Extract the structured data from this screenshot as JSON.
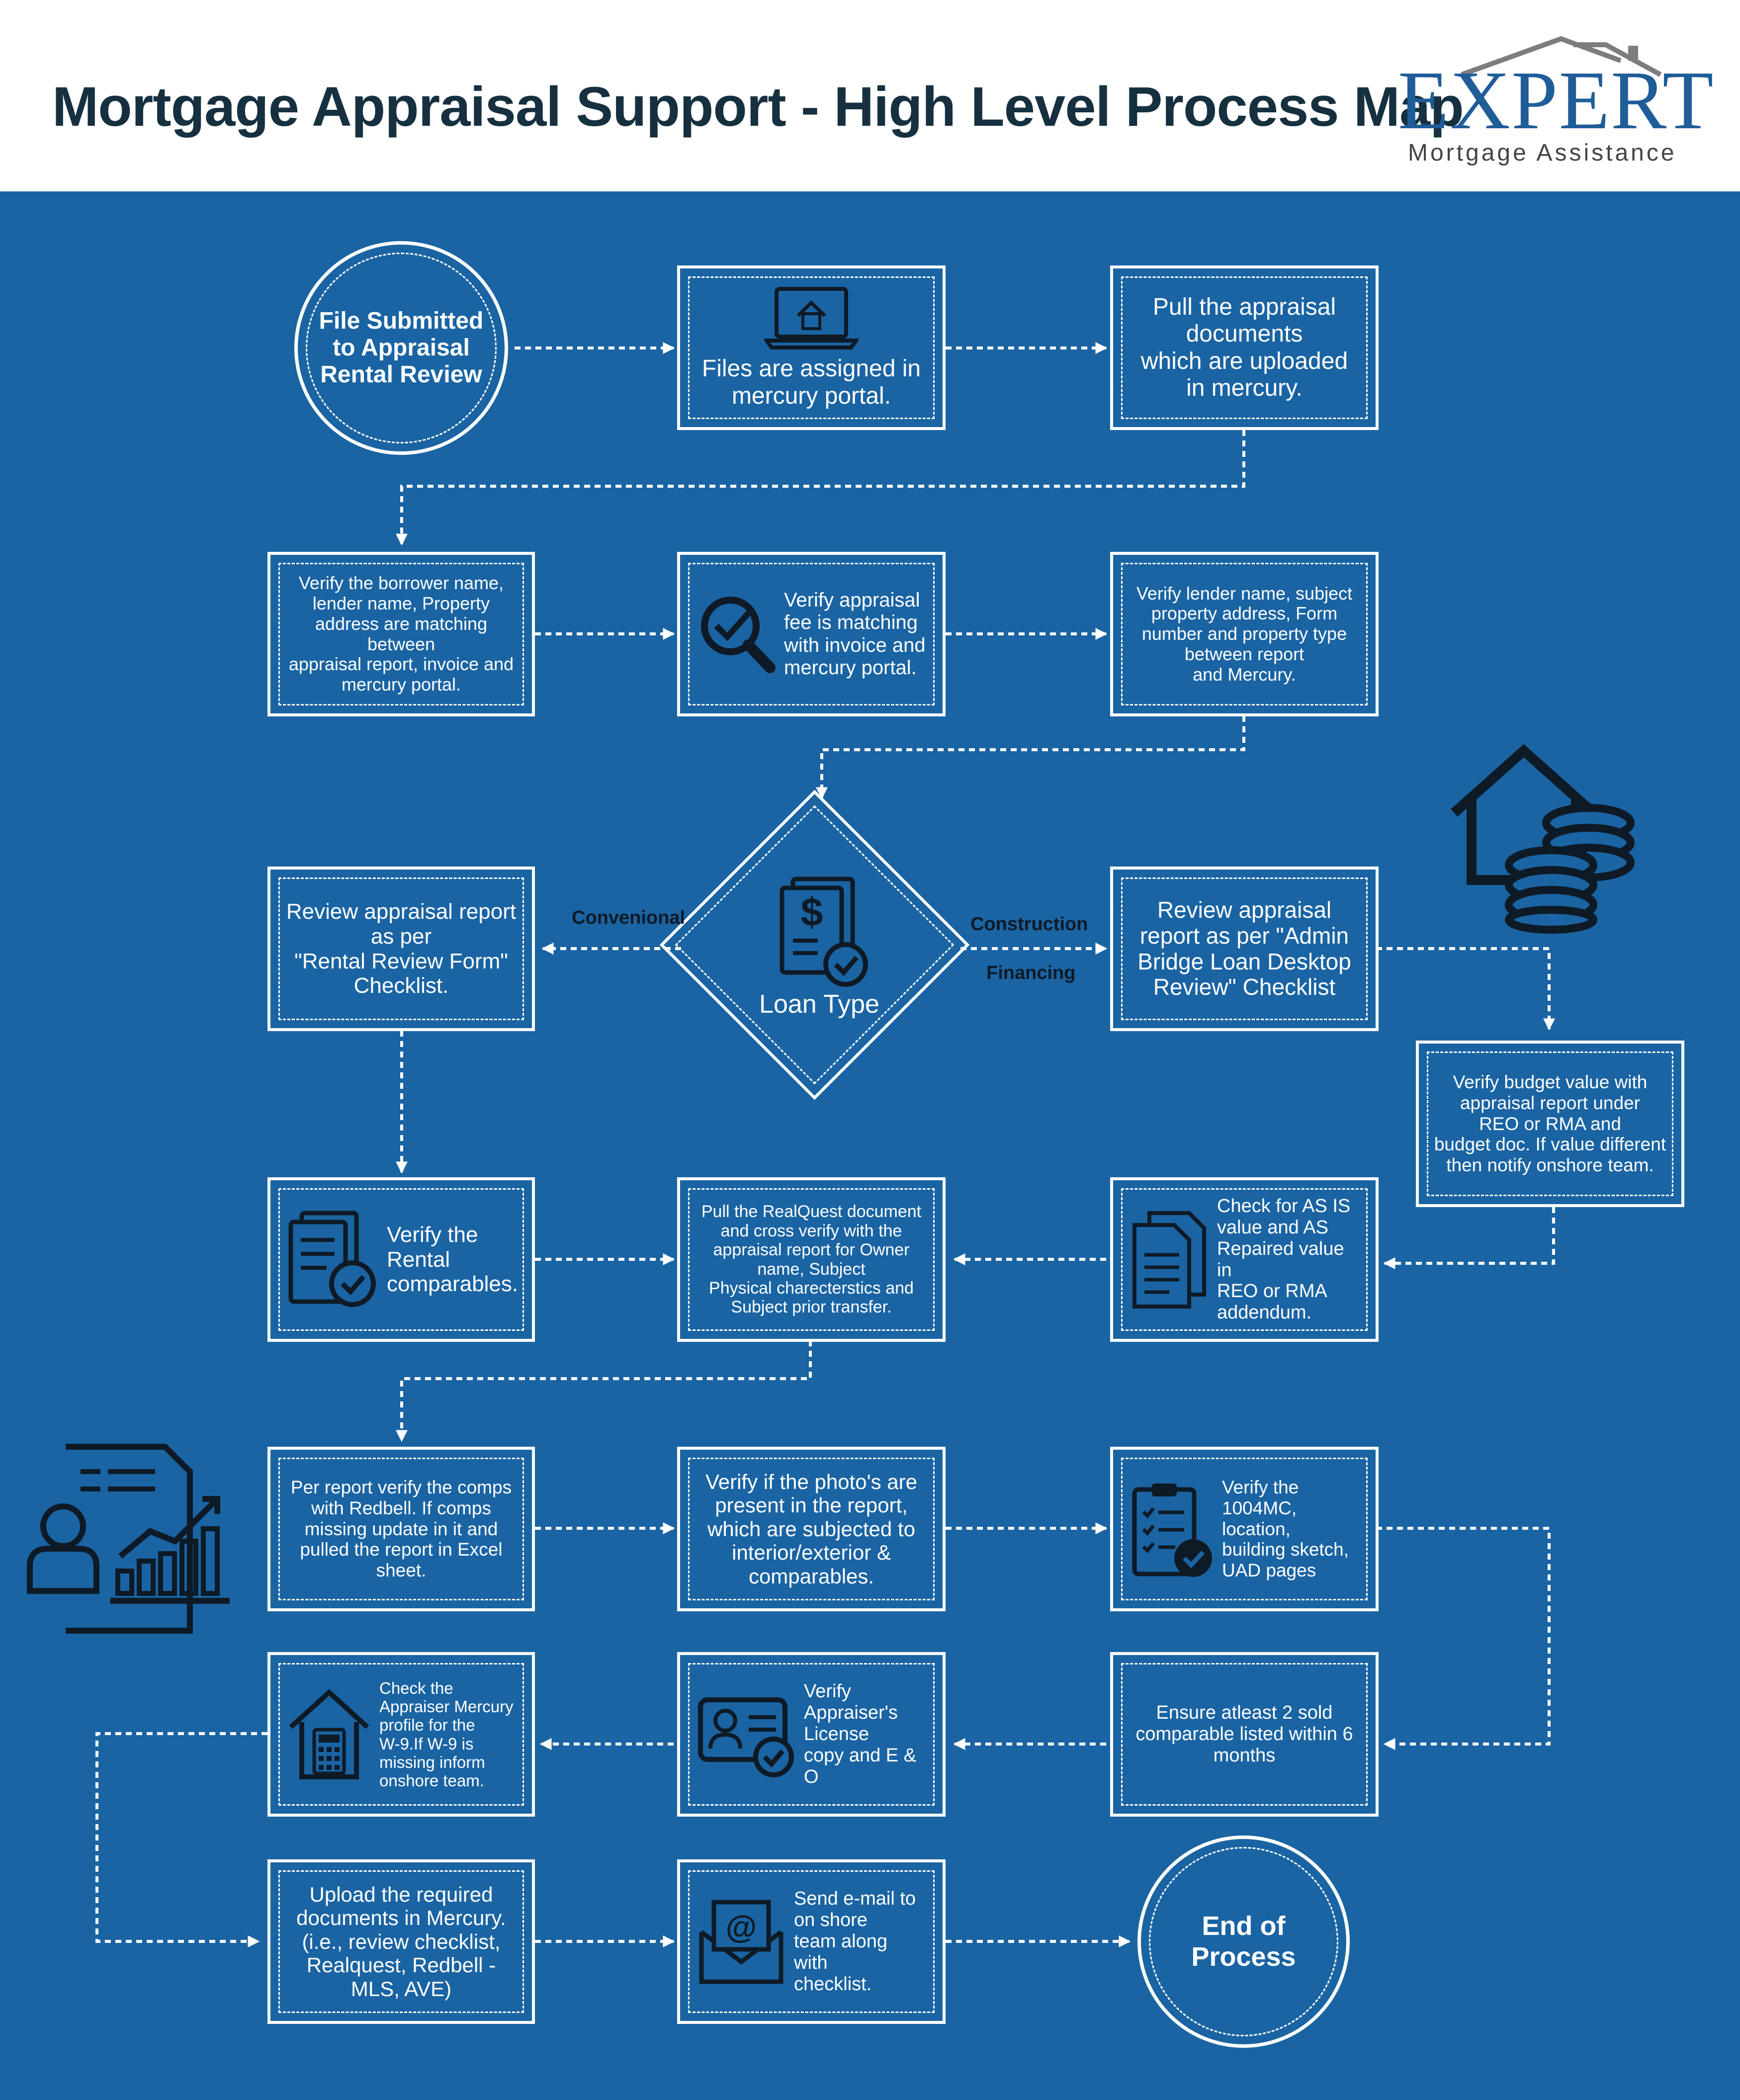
{
  "header": {
    "title": "Mortgage Appraisal Support - High Level Process Map",
    "logo_word": "EXPERT",
    "logo_sub": "Mortgage Assistance"
  },
  "colors": {
    "background": "#1a64a3",
    "box_border": "#ffffff",
    "title": "#16303f",
    "logo_blue": "#1f5d99",
    "icon_dark": "#0e1a26"
  },
  "nodes": {
    "start": "File Submitted\nto Appraisal\nRental Review",
    "assign": "Files are assigned in\nmercury portal.",
    "pull_docs": "Pull the appraisal\ndocuments\nwhich are uploaded\nin mercury.",
    "verify_borrower": "Verify the borrower name,\nlender name, Property\naddress are matching between\nappraisal report, invoice and\nmercury portal.",
    "verify_fee": "Verify appraisal\nfee is matching\nwith invoice and\nmercury portal.",
    "verify_lender": "Verify lender name, subject\nproperty address, Form\nnumber and property type\nbetween report\nand Mercury.",
    "loan_type": "Loan Type",
    "review_rental": "Review appraisal report\nas per\n\"Rental Review Form\"\nChecklist.",
    "review_bridge": "Review appraisal\nreport as per \"Admin\nBridge Loan Desktop\nReview\" Checklist",
    "verify_budget": "Verify budget value with\nappraisal report under\nREO or RMA and\nbudget doc. If value different\nthen notify onshore team.",
    "verify_comps": "Verify the\nRental\ncomparables.",
    "realquest": "Pull the RealQuest document\nand cross verify with the\nappraisal report for Owner\nname, Subject\nPhysical charecterstics and\nSubject prior transfer.",
    "as_is": "Check for AS IS\nvalue and AS\nRepaired value in\nREO or RMA\naddendum.",
    "redbell": "Per report verify the comps\nwith Redbell. If comps\nmissing update in it and\npulled the report in Excel\nsheet.",
    "photos": "Verify if the photo's are\npresent in the report,\nwhich are subjected to\ninterior/exterior &\ncomparables.",
    "verify_1004": "Verify the\n1004MC,\nlocation,\nbuilding sketch,\nUAD pages",
    "appraiser_profile": "Check the\nAppraiser Mercury\nprofile for the\nW-9.If W-9 is\nmissing inform\nonshore team.",
    "license": "Verify\nAppraiser's\nLicense\ncopy and E & O",
    "sold_comps": "Ensure atleast 2 sold\ncomparable listed within 6\nmonths",
    "upload": "Upload the required\ndocuments in Mercury.\n(i.e., review checklist,\nRealquest, Redbell -\nMLS, AVE)",
    "email": "Send e-mail to\non shore\nteam along with\nchecklist.",
    "end": "End of\nProcess"
  },
  "edge_labels": {
    "conventional": "Convenional",
    "construction": "Construction",
    "financing": "Financing"
  }
}
